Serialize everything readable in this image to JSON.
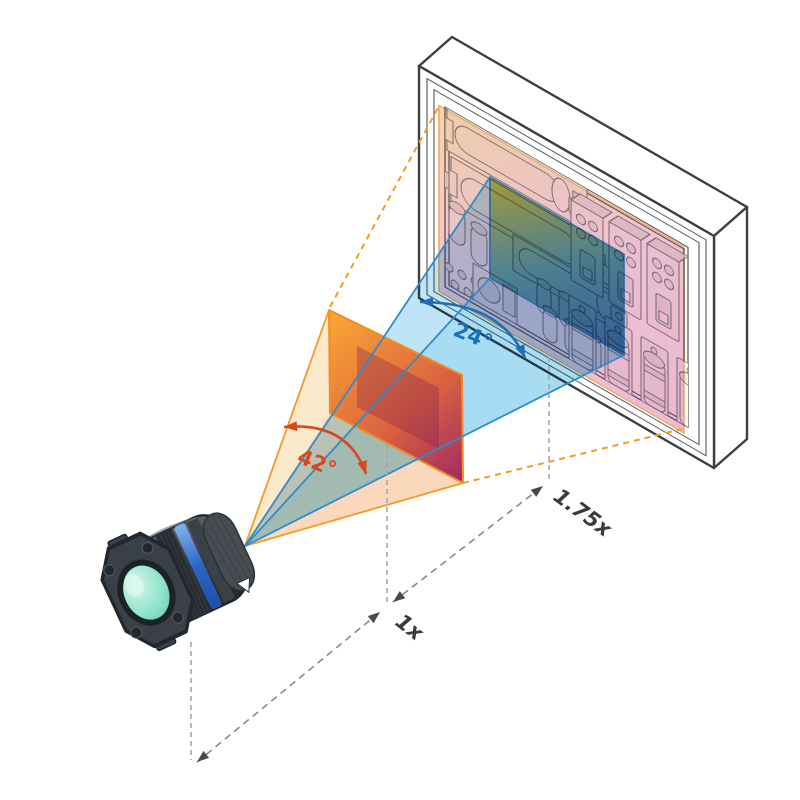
{
  "diagram": {
    "wide_fov": {
      "angle_label": "42°",
      "label_color": "#d8481d",
      "line_color": "#f59a25"
    },
    "narrow_fov": {
      "angle_label": "24°",
      "label_color": "#1a6fb5",
      "line_color": "#2f8ccb"
    },
    "distances": {
      "near_label": "1x",
      "far_label": "1.75x",
      "text_color": "#3a3a3a"
    },
    "camera": {
      "ring_color": "#2a66c4",
      "glass_color": "#7ed8bf",
      "body_color": "#3a4046"
    },
    "panel": {
      "outline_color": "#3c4043",
      "wide_tint": "#eca9c2",
      "narrow_tint": "#1b6fb3"
    },
    "background": "#ffffff"
  }
}
